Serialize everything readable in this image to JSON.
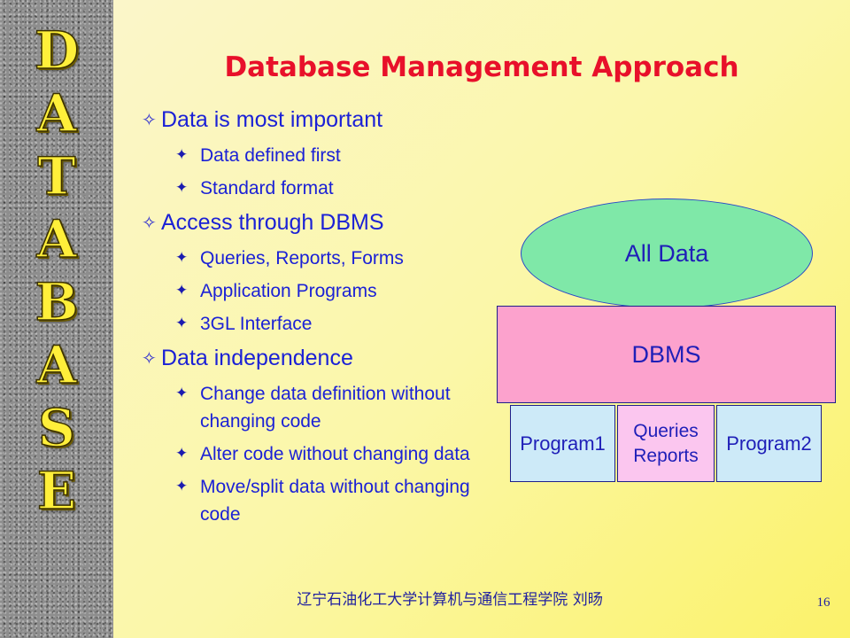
{
  "sidebar": {
    "letters": [
      "D",
      "A",
      "T",
      "A",
      "B",
      "A",
      "S",
      "E"
    ]
  },
  "title": "Database Management Approach",
  "bullets": [
    {
      "text": "Data is most important",
      "subs": [
        "Data defined first",
        "Standard format"
      ]
    },
    {
      "text": "Access through DBMS",
      "subs": [
        "Queries, Reports, Forms",
        "Application Programs",
        "3GL Interface"
      ]
    },
    {
      "text": "Data independence",
      "subs": [
        "Change data definition without changing code",
        "Alter code without changing data",
        "Move/split data without changing code"
      ]
    }
  ],
  "markers": {
    "level1": "✧",
    "level2": "✦"
  },
  "diagram": {
    "top_label": "All Data",
    "middle_label": "DBMS",
    "program1": "Program1",
    "queries": "Queries",
    "reports": "Reports",
    "program2": "Program2"
  },
  "footer": {
    "text": "辽宁石油化工大学计算机与通信工程学院    刘旸",
    "page": "16"
  },
  "colors": {
    "title": "#e8102a",
    "body_text": "#1b21d6",
    "ellipse": "#7fe8a8",
    "dbms_box": "#fca2cd",
    "program_box": "#cdeaf8",
    "queries_box": "#fbc6ef"
  }
}
